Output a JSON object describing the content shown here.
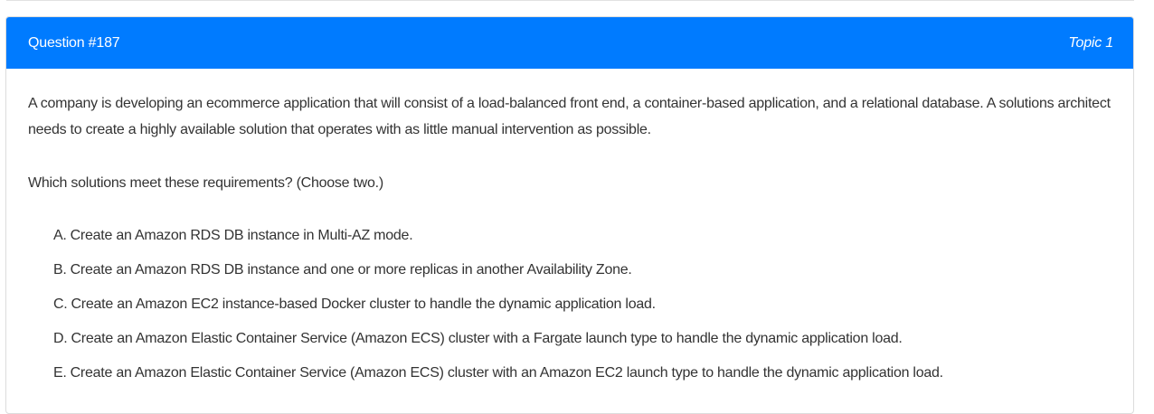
{
  "header": {
    "question_number": "Question #187",
    "topic": "Topic 1"
  },
  "question": {
    "text": "A company is developing an ecommerce application that will consist of a load-balanced front end, a container-based application, and a relational database. A solutions architect needs to create a highly available solution that operates with as little manual intervention as possible.",
    "prompt": "Which solutions meet these requirements? (Choose two.)"
  },
  "choices": [
    {
      "letter": "A.",
      "text": "Create an Amazon RDS DB instance in Multi-AZ mode."
    },
    {
      "letter": "B.",
      "text": "Create an Amazon RDS DB instance and one or more replicas in another Availability Zone."
    },
    {
      "letter": "C.",
      "text": "Create an Amazon EC2 instance-based Docker cluster to handle the dynamic application load."
    },
    {
      "letter": "D.",
      "text": "Create an Amazon Elastic Container Service (Amazon ECS) cluster with a Fargate launch type to handle the dynamic application load."
    },
    {
      "letter": "E.",
      "text": "Create an Amazon Elastic Container Service (Amazon ECS) cluster with an Amazon EC2 launch type to handle the dynamic application load."
    }
  ],
  "colors": {
    "header_bg": "#007bff",
    "header_text": "#ffffff",
    "body_text": "#333333"
  }
}
